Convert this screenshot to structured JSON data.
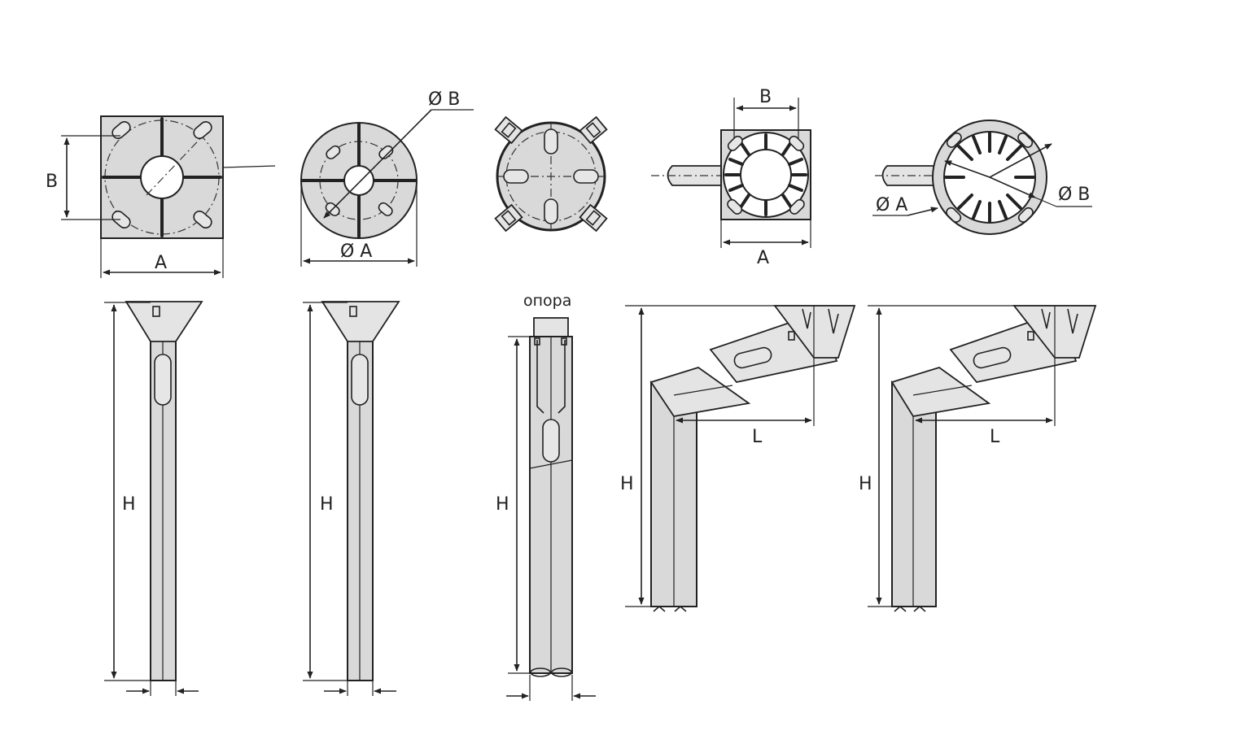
{
  "labels": {
    "a": "A",
    "b": "B",
    "dia_a": "Ø A",
    "dia_b": "Ø B",
    "h": "H",
    "l": "L",
    "opora": "опора"
  }
}
